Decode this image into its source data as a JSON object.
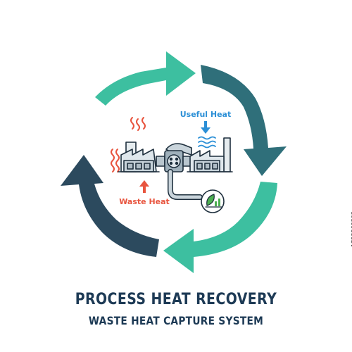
{
  "title": "PROCESS HEAT RECOVERY",
  "subtitle": "WASTE HEAT CAPTURE SYSTEM",
  "labels": {
    "useful_heat": "Useful Heat",
    "waste_heat": "Waste Heat"
  },
  "stock_id": "1758569303",
  "colors": {
    "teal": "#3dbfa0",
    "dark_teal": "#2f7d7f",
    "navy": "#2c4a5e",
    "waste_red": "#e8553f",
    "useful_blue": "#2b8fd6",
    "eco_green": "#4caf50",
    "outline": "#1e2f3d"
  },
  "icons": [
    "factory-icon",
    "pipe-valve-icon",
    "plant-icon",
    "eco-chart-icon",
    "heat-wave-icon",
    "water-wave-icon"
  ]
}
